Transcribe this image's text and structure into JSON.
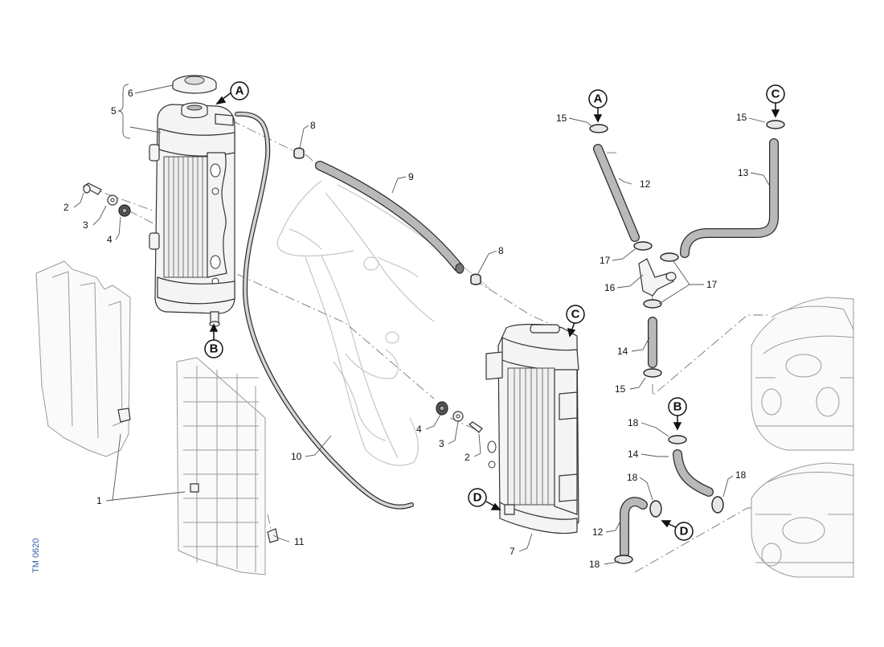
{
  "drawing_code": "TM 0620",
  "callouts": {
    "c1": "1",
    "c2a": "2",
    "c2b": "2",
    "c3a": "3",
    "c3b": "3",
    "c4a": "4",
    "c4b": "4",
    "c5": "5",
    "c6": "6",
    "c7": "7",
    "c8a": "8",
    "c8b": "8",
    "c9": "9",
    "c10": "10",
    "c11": "11",
    "c12a": "12",
    "c12b": "12",
    "c13": "13",
    "c14a": "14",
    "c14b": "14",
    "c15a": "15",
    "c15b": "15",
    "c15c": "15",
    "c16": "16",
    "c17a": "17",
    "c17b": "17",
    "c18a": "18",
    "c18b": "18",
    "c18c": "18",
    "c18d": "18"
  },
  "connectors": {
    "a1": "A",
    "a2": "A",
    "b1": "B",
    "b2": "B",
    "c1": "C",
    "c2": "C",
    "d1": "D",
    "d2": "D"
  }
}
